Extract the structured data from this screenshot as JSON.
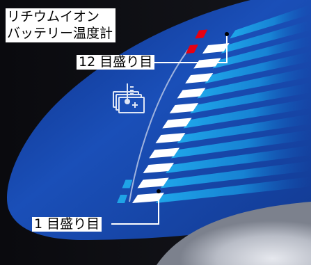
{
  "title": {
    "line1": "リチウムイオン",
    "line2": "バッテリー温度計"
  },
  "callouts": {
    "top": "12 目盛り目",
    "bottom": "1 目盛り目"
  },
  "gauge": {
    "total_segments": 12,
    "white_segments": 11,
    "red_segments": 2,
    "blue_segments": 2
  },
  "icon": "battery-thermometer-icon",
  "colors": {
    "segment_white": "#ffffff",
    "segment_red": "#e60012",
    "segment_blue": "#1fa3e6",
    "panel_dark": "#0b0b10",
    "panel_blue": "#1746a8"
  }
}
